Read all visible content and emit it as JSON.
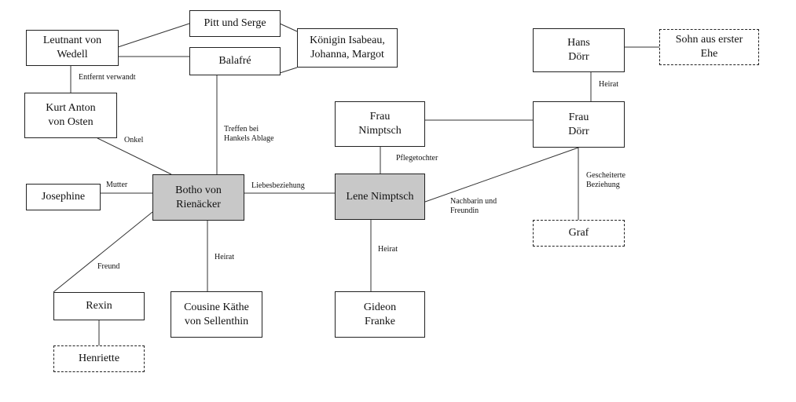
{
  "nodes": {
    "leutnant": "Leutnant von\nWedell",
    "pitt": "Pitt und Serge",
    "koenigin": "Königin Isabeau,\nJohanna, Margot",
    "balafre": "Balafré",
    "kurt": "Kurt Anton\nvon Osten",
    "josephine": "Josephine",
    "botho": "Botho von\nRienäcker",
    "rexin": "Rexin",
    "henriette": "Henriette",
    "kaethe": "Cousine Käthe\nvon Sellenthin",
    "frau_nimptsch": "Frau\nNimptsch",
    "lene": "Lene Nimptsch",
    "gideon": "Gideon\nFranke",
    "hans": "Hans\nDörr",
    "sohn": "Sohn aus erster\nEhe",
    "frau_doerr": "Frau\nDörr",
    "graf": "Graf"
  },
  "edge_labels": {
    "entfernt": "Entfernt verwandt",
    "treffen": "Treffen bei\nHankels Ablage",
    "onkel": "Onkel",
    "mutter": "Mutter",
    "liebe": "Liebesbeziehung",
    "pflege": "Pflegetochter",
    "nachbarin": "Nachbarin und\nFreundin",
    "heirat_botho": "Heirat",
    "heirat_lene": "Heirat",
    "heirat_doerr": "Heirat",
    "gescheitert": "Gescheiterte\nBeziehung",
    "freund": "Freund"
  }
}
